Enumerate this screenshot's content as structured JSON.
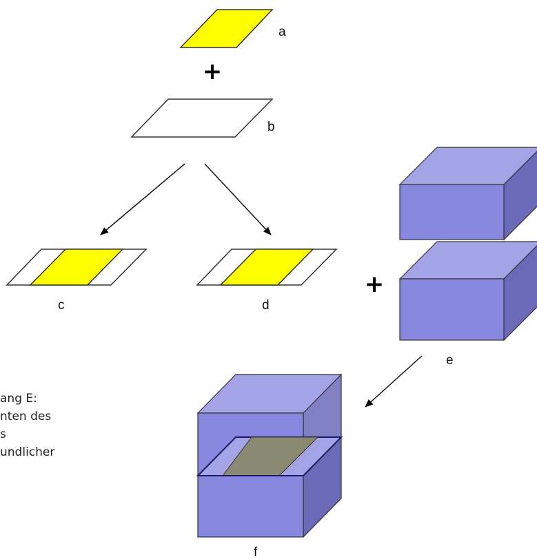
{
  "labels": {
    "a": "a",
    "b": "b",
    "c": "c",
    "d": "d",
    "e": "e",
    "f": "f"
  },
  "plus_sign": "+",
  "side_text": [
    "ang E:",
    "nten des",
    "s",
    "undlicher"
  ],
  "colors": {
    "foil_yellow": "#ffff00",
    "block_front": "#8787e0",
    "block_top": "#a3a3e6",
    "block_side": "#6a6ab8",
    "overlap_gray": "#8a8a72"
  }
}
